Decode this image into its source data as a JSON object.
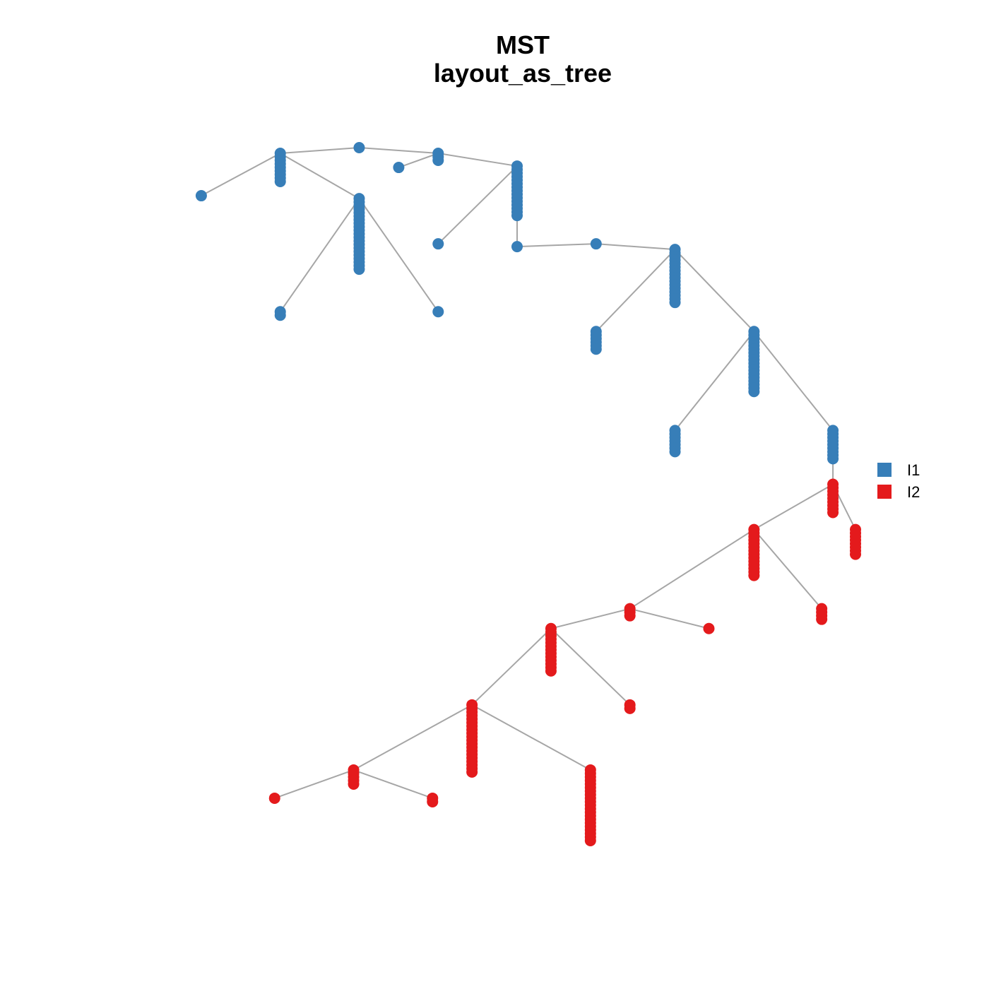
{
  "chart_data": {
    "type": "network-tree",
    "title": "MST",
    "subtitle": "layout_as_tree",
    "layout": "layout_as_tree",
    "xlim": [
      0,
      1
    ],
    "ylim": [
      0,
      1
    ],
    "legend": {
      "position": "right",
      "entries": [
        {
          "label": "I1",
          "color": "#377eb8"
        },
        {
          "label": "I2",
          "color": "#e41a1c"
        }
      ]
    },
    "nodes": [
      {
        "id": "n1",
        "x": 0.2542,
        "y": 0.0,
        "group": "I1"
      },
      {
        "id": "n2",
        "x": 0.1356,
        "y": 0.0085,
        "group": "I1",
        "count": 9
      },
      {
        "id": "n3",
        "x": 0.3729,
        "y": 0.0085,
        "group": "I1",
        "count": 3
      },
      {
        "id": "n4",
        "x": 0.0169,
        "y": 0.0723,
        "group": "I1"
      },
      {
        "id": "n5",
        "x": 0.2542,
        "y": 0.0766,
        "group": "I1",
        "count": 21
      },
      {
        "id": "n6",
        "x": 0.3136,
        "y": 0.0298,
        "group": "I1"
      },
      {
        "id": "n7",
        "x": 0.4915,
        "y": 0.0277,
        "group": "I1",
        "count": 15
      },
      {
        "id": "n8",
        "x": 0.1356,
        "y": 0.2468,
        "group": "I1",
        "count": 2
      },
      {
        "id": "n9",
        "x": 0.3729,
        "y": 0.2468,
        "group": "I1"
      },
      {
        "id": "n10",
        "x": 0.3729,
        "y": 0.1447,
        "group": "I1"
      },
      {
        "id": "n11",
        "x": 0.4915,
        "y": 0.1489,
        "group": "I1"
      },
      {
        "id": "n12",
        "x": 0.6102,
        "y": 0.1447,
        "group": "I1"
      },
      {
        "id": "n13",
        "x": 0.7288,
        "y": 0.1532,
        "group": "I1",
        "count": 16
      },
      {
        "id": "n14",
        "x": 0.6102,
        "y": 0.2766,
        "group": "I1",
        "count": 6
      },
      {
        "id": "n15",
        "x": 0.8475,
        "y": 0.2766,
        "group": "I1",
        "count": 18
      },
      {
        "id": "n16",
        "x": 0.7288,
        "y": 0.4255,
        "group": "I1",
        "count": 7
      },
      {
        "id": "n17",
        "x": 0.9661,
        "y": 0.4255,
        "group": "I1",
        "count": 9
      },
      {
        "id": "n18",
        "x": 0.9661,
        "y": 0.5064,
        "group": "I2",
        "count": 9
      },
      {
        "id": "n19",
        "x": 0.8475,
        "y": 0.5745,
        "group": "I2",
        "count": 14
      },
      {
        "id": "n20",
        "x": 1.0,
        "y": 0.5745,
        "group": "I2",
        "count": 8
      },
      {
        "id": "n21",
        "x": 0.661,
        "y": 0.6936,
        "group": "I2",
        "count": 3
      },
      {
        "id": "n22",
        "x": 0.9492,
        "y": 0.6936,
        "group": "I2",
        "count": 4
      },
      {
        "id": "n23",
        "x": 0.7797,
        "y": 0.7234,
        "group": "I2"
      },
      {
        "id": "n24",
        "x": 0.5424,
        "y": 0.7234,
        "group": "I2",
        "count": 13
      },
      {
        "id": "n25",
        "x": 0.661,
        "y": 0.8383,
        "group": "I2",
        "count": 2
      },
      {
        "id": "n26",
        "x": 0.4237,
        "y": 0.8383,
        "group": "I2",
        "count": 20
      },
      {
        "id": "n27",
        "x": 0.2458,
        "y": 0.9362,
        "group": "I2",
        "count": 5
      },
      {
        "id": "n28",
        "x": 0.6017,
        "y": 0.9362,
        "group": "I2",
        "count": 21
      },
      {
        "id": "n29",
        "x": 0.1271,
        "y": 0.9787,
        "group": "I2"
      },
      {
        "id": "n30",
        "x": 0.3644,
        "y": 0.9787,
        "group": "I2",
        "count": 2
      }
    ],
    "edges": [
      [
        "n1",
        "n2"
      ],
      [
        "n1",
        "n3"
      ],
      [
        "n2",
        "n4"
      ],
      [
        "n2",
        "n5"
      ],
      [
        "n3",
        "n6"
      ],
      [
        "n3",
        "n7"
      ],
      [
        "n5",
        "n8"
      ],
      [
        "n5",
        "n9"
      ],
      [
        "n7",
        "n10"
      ],
      [
        "n7",
        "n11"
      ],
      [
        "n11",
        "n12"
      ],
      [
        "n12",
        "n13"
      ],
      [
        "n13",
        "n14"
      ],
      [
        "n13",
        "n15"
      ],
      [
        "n15",
        "n16"
      ],
      [
        "n15",
        "n17"
      ],
      [
        "n17",
        "n18"
      ],
      [
        "n18",
        "n19"
      ],
      [
        "n18",
        "n20"
      ],
      [
        "n19",
        "n21"
      ],
      [
        "n19",
        "n22"
      ],
      [
        "n21",
        "n23"
      ],
      [
        "n21",
        "n24"
      ],
      [
        "n24",
        "n25"
      ],
      [
        "n24",
        "n26"
      ],
      [
        "n26",
        "n27"
      ],
      [
        "n26",
        "n28"
      ],
      [
        "n27",
        "n29"
      ],
      [
        "n27",
        "n30"
      ]
    ]
  }
}
